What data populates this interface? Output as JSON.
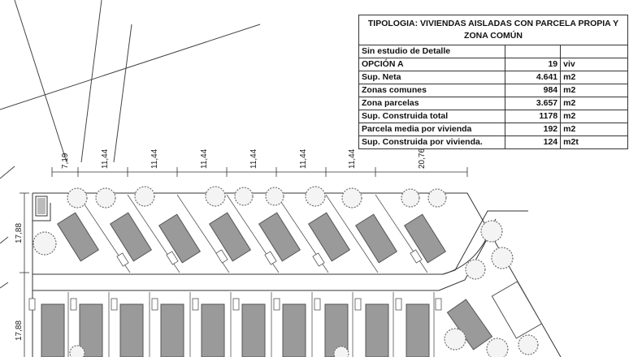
{
  "table": {
    "title": "TIPOLOGIA: VIVIENDAS AISLADAS CON PARCELA PROPIA Y ZONA COMÚN",
    "rows": [
      {
        "label": "Sin estudio de Detalle",
        "value": "",
        "unit": ""
      },
      {
        "label": "OPCIÓN A",
        "value": "19",
        "unit": "viv"
      },
      {
        "label": "Sup. Neta",
        "value": "4.641",
        "unit": "m2"
      },
      {
        "label": "Zonas comunes",
        "value": "984",
        "unit": "m2"
      },
      {
        "label": "Zona parcelas",
        "value": "3.657",
        "unit": "m2"
      },
      {
        "label": "Sup. Construida total",
        "value": "1178",
        "unit": "m2"
      },
      {
        "label": "Parcela media por vivienda",
        "value": "192",
        "unit": "m2"
      },
      {
        "label": "Sup. Construida por vivienda.",
        "value": "124",
        "unit": "m2t"
      }
    ]
  },
  "dimensions": {
    "top": [
      "7,19",
      "11,44",
      "11,44",
      "11,44",
      "11,44",
      "11,44",
      "11,44",
      "20,76"
    ],
    "left": [
      "17,88",
      "17,88"
    ]
  },
  "colors": {
    "house": "#9a9a9a",
    "line": "#333333",
    "tree": "#6f6f6f"
  }
}
